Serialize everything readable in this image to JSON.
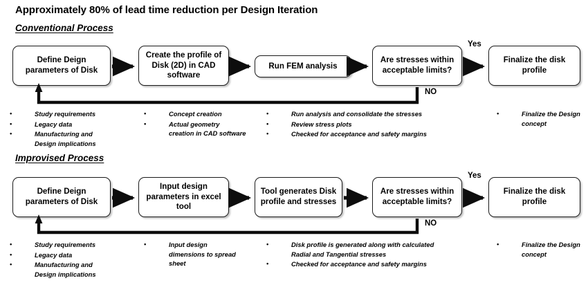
{
  "title": "Approximately 80% of lead time reduction per Design Iteration",
  "sections": [
    {
      "heading": "Conventional Process",
      "steps": [
        {
          "label": "Define Deign parameters of Disk"
        },
        {
          "label": "Create the profile of Disk (2D) in CAD software"
        },
        {
          "label": "Run FEM analysis"
        },
        {
          "label": "Are stresses within acceptable limits?"
        },
        {
          "label": "Finalize the disk profile"
        }
      ],
      "decision_yes": "Yes",
      "decision_no": "NO",
      "notes": [
        {
          "items": [
            "Study requirements",
            "Legacy data",
            "Manufacturing and Design implications"
          ]
        },
        {
          "items": [
            "Concept creation",
            "Actual geometry creation in CAD software"
          ]
        },
        {
          "items": [
            "Run analysis and consolidate the stresses",
            "Review stress plots",
            "Checked for acceptance and safety margins"
          ]
        },
        {
          "items": [
            "Finalize the Design concept"
          ]
        }
      ]
    },
    {
      "heading": "Improvised Process",
      "steps": [
        {
          "label": "Define Deign parameters of Disk"
        },
        {
          "label": "Input design parameters in excel tool"
        },
        {
          "label": "Tool generates Disk profile and stresses"
        },
        {
          "label": "Are stresses within acceptable limits?"
        },
        {
          "label": "Finalize the disk profile"
        }
      ],
      "decision_yes": "Yes",
      "decision_no": "NO",
      "notes": [
        {
          "items": [
            "Study requirements",
            "Legacy data",
            "Manufacturing and Design implications"
          ]
        },
        {
          "items": [
            "Input design dimensions to spread sheet"
          ]
        },
        {
          "items": [
            "Disk profile is generated along with calculated Radial and Tangential stresses",
            "Checked for acceptance and safety margins"
          ]
        },
        {
          "items": [
            "Finalize the Design concept"
          ]
        }
      ]
    }
  ],
  "colors": {
    "stroke": "#1a1a1a",
    "background": "#ffffff",
    "text": "#000000"
  }
}
